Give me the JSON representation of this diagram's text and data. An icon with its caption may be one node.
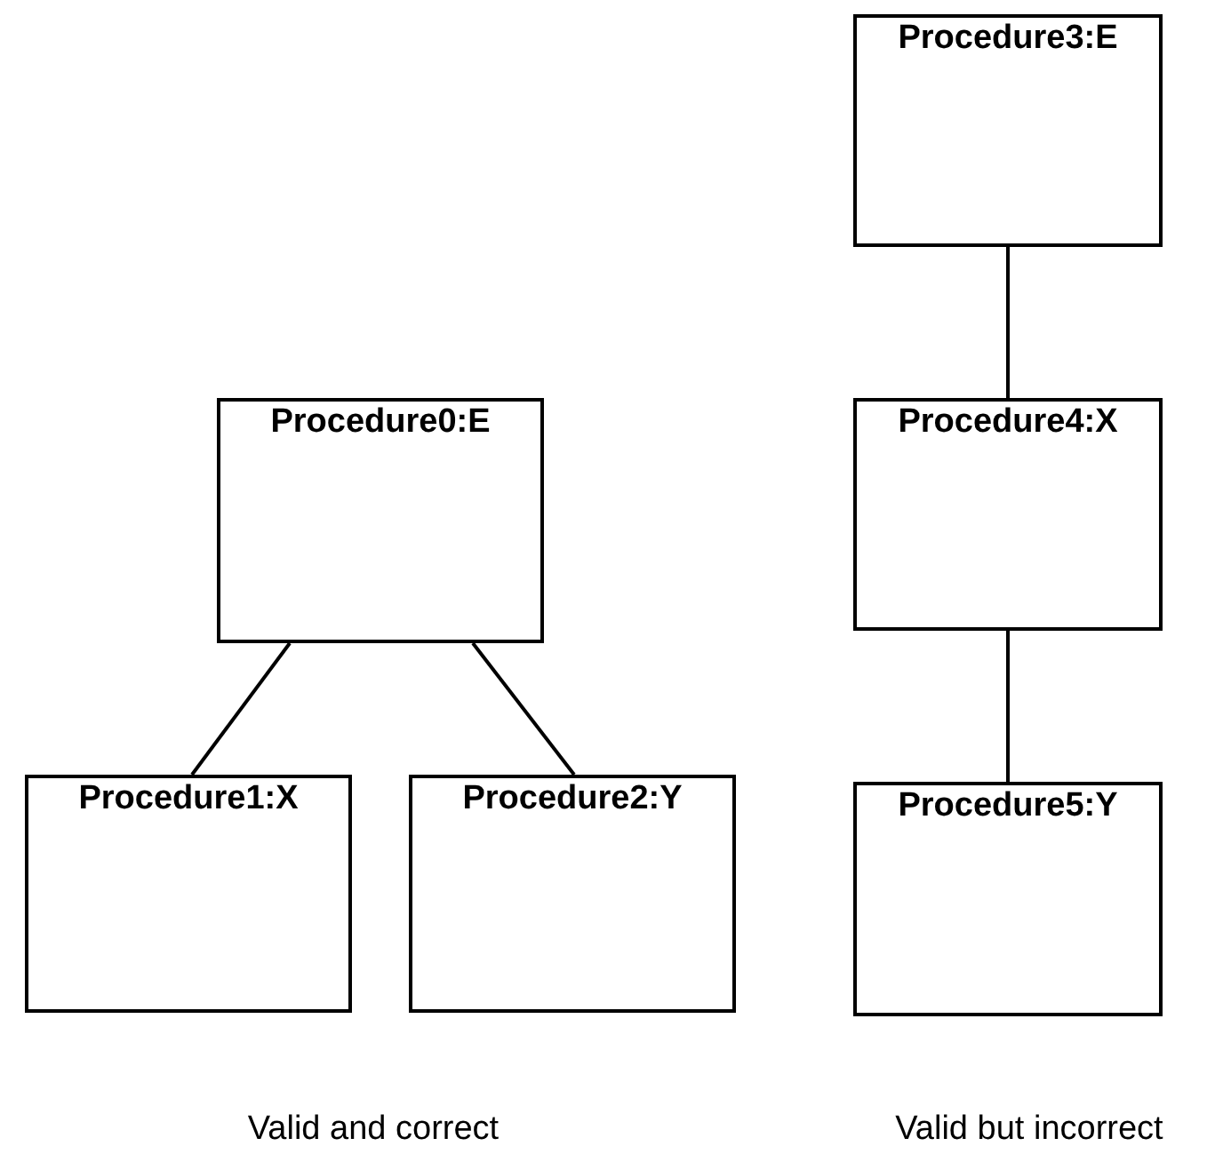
{
  "diagram": {
    "nodes": [
      {
        "text": [
          "Procedure0:E"
        ]
      },
      {
        "text": [
          "Procedure1:X"
        ]
      },
      {
        "text": [
          "Procedure2:Y"
        ]
      },
      {
        "text": [
          "Procedure3:E"
        ]
      },
      {
        "text": [
          "Procedure4:X"
        ]
      },
      {
        "text": [
          "Procedure5:Y"
        ]
      }
    ],
    "edges": [
      {
        "from": 0,
        "to": 1,
        "arrow": "none"
      },
      {
        "from": 0,
        "to": 2,
        "arrow": "none"
      },
      {
        "from": 3,
        "to": 4,
        "arrow": "none"
      },
      {
        "from": 4,
        "to": 5,
        "arrow": "none"
      }
    ],
    "labels": [
      "Valid and correct",
      "Valid but incorrect"
    ]
  }
}
